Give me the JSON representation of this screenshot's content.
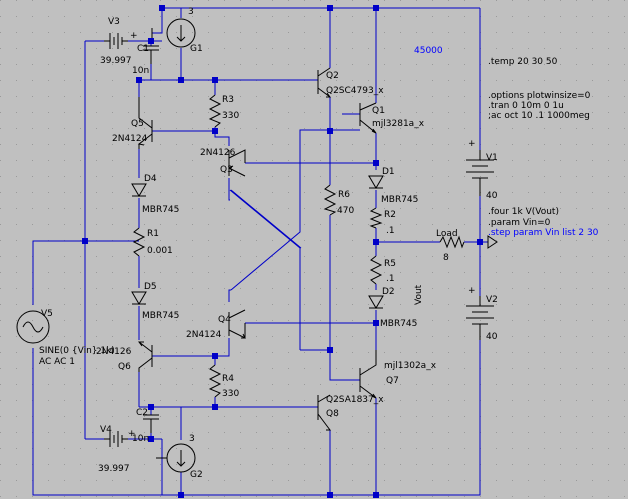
{
  "colors": {
    "background": "#c0c0c0",
    "grid": "#9a9a9a",
    "wire": "#0000c8",
    "component": "#000000",
    "junction": "#0000c8",
    "directive": "#000000",
    "highlight": "#0000ff"
  },
  "components": {
    "v1": {
      "ref": "V1",
      "value": "40"
    },
    "v2": {
      "ref": "V2",
      "value": "40"
    },
    "v3": {
      "ref": "V3",
      "value": "39.997"
    },
    "v4": {
      "ref": "V4",
      "value": "39.997"
    },
    "v5": {
      "ref": "V5",
      "value": "SINE(0 {Vin} 1k)",
      "ac": "AC AC 1"
    },
    "g1": {
      "ref": "G1",
      "value": "3"
    },
    "g2": {
      "ref": "G2",
      "value": "3"
    },
    "c1": {
      "ref": "C1",
      "value": "10n"
    },
    "c2": {
      "ref": "C2",
      "value": "10n"
    },
    "r1": {
      "ref": "R1",
      "value": "0.001"
    },
    "r2": {
      "ref": "R2",
      "value": ".1"
    },
    "r3": {
      "ref": "R3",
      "value": "330"
    },
    "r4": {
      "ref": "R4",
      "value": "330"
    },
    "r5": {
      "ref": "R5",
      "value": ".1"
    },
    "r6": {
      "ref": "R6",
      "value": "470"
    },
    "load": {
      "ref": "Load",
      "value": "8"
    },
    "d1": {
      "ref": "D1",
      "value": "MBR745"
    },
    "d2": {
      "ref": "D2",
      "value": "MBR745"
    },
    "d4": {
      "ref": "D4",
      "value": "MBR745"
    },
    "d5": {
      "ref": "D5",
      "value": "MBR745"
    },
    "q1": {
      "ref": "Q1",
      "value": "mjl3281a_x"
    },
    "q2": {
      "ref": "Q2",
      "value": "Q2SC4793_x"
    },
    "q3": {
      "ref": "Q3",
      "value": "2N4126"
    },
    "q4": {
      "ref": "Q4",
      "value": "2N4124"
    },
    "q5": {
      "ref": "Q5",
      "value": "2N4124"
    },
    "q6": {
      "ref": "Q6",
      "value": "2N4126"
    },
    "q7": {
      "ref": "Q7",
      "value": "mjl1302a_x"
    },
    "q8": {
      "ref": "Q8",
      "value": "Q2SA1837_x"
    }
  },
  "nets": {
    "vout": "Vout"
  },
  "plus_signs": [
    "+",
    "+",
    "+",
    "+"
  ],
  "annotation": "45000",
  "directives": {
    "temp": ".temp 20 30 50",
    "options": ".options plotwinsize=0",
    "tran": ".tran 0 10m 0 1u",
    "ac": ";ac oct 10 .1 1000meg",
    "four": ".four 1k V(Vout)",
    "param": ".param Vin=0",
    "step": ".step param Vin list 2 30"
  }
}
